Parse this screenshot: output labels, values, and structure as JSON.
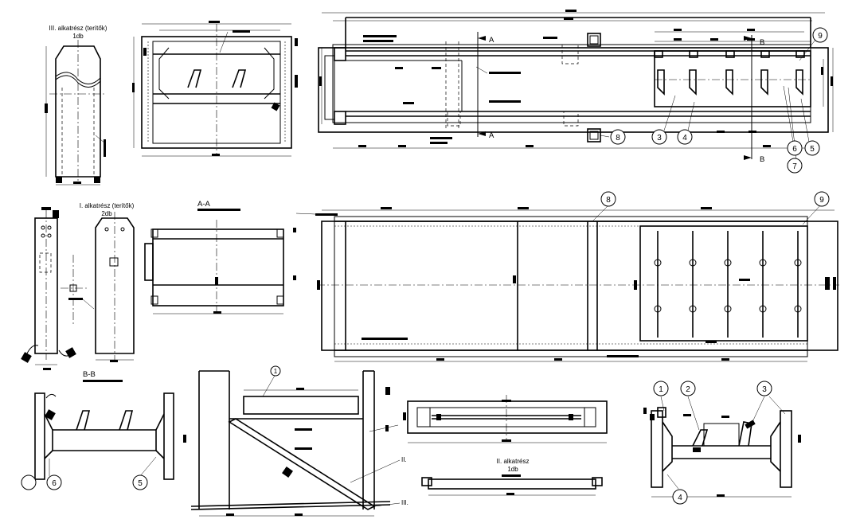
{
  "labels": {
    "part_iii": "III. alkatrész (terítők)",
    "part_iii_qty": "1db",
    "part_i": "I. alkatrész (terítők)",
    "part_i_qty": "2db",
    "part_ii": "II. alkatrész",
    "part_ii_qty": "1db",
    "section_aa": "A-A",
    "section_bb": "B-B",
    "cut_a": "A",
    "cut_b": "B",
    "roman_ii": "II.",
    "roman_iii": "III."
  },
  "balloons": {
    "top_view": [
      "9",
      "8",
      "3",
      "4",
      "6",
      "7",
      "5"
    ],
    "long_view": [
      "8",
      "9"
    ],
    "section_bb": [
      "6",
      "5"
    ],
    "side_detail": [
      "1"
    ],
    "end_view": [
      "1",
      "2",
      "3",
      "4"
    ]
  },
  "colors": {
    "ink": "#000000",
    "paper": "#ffffff"
  }
}
